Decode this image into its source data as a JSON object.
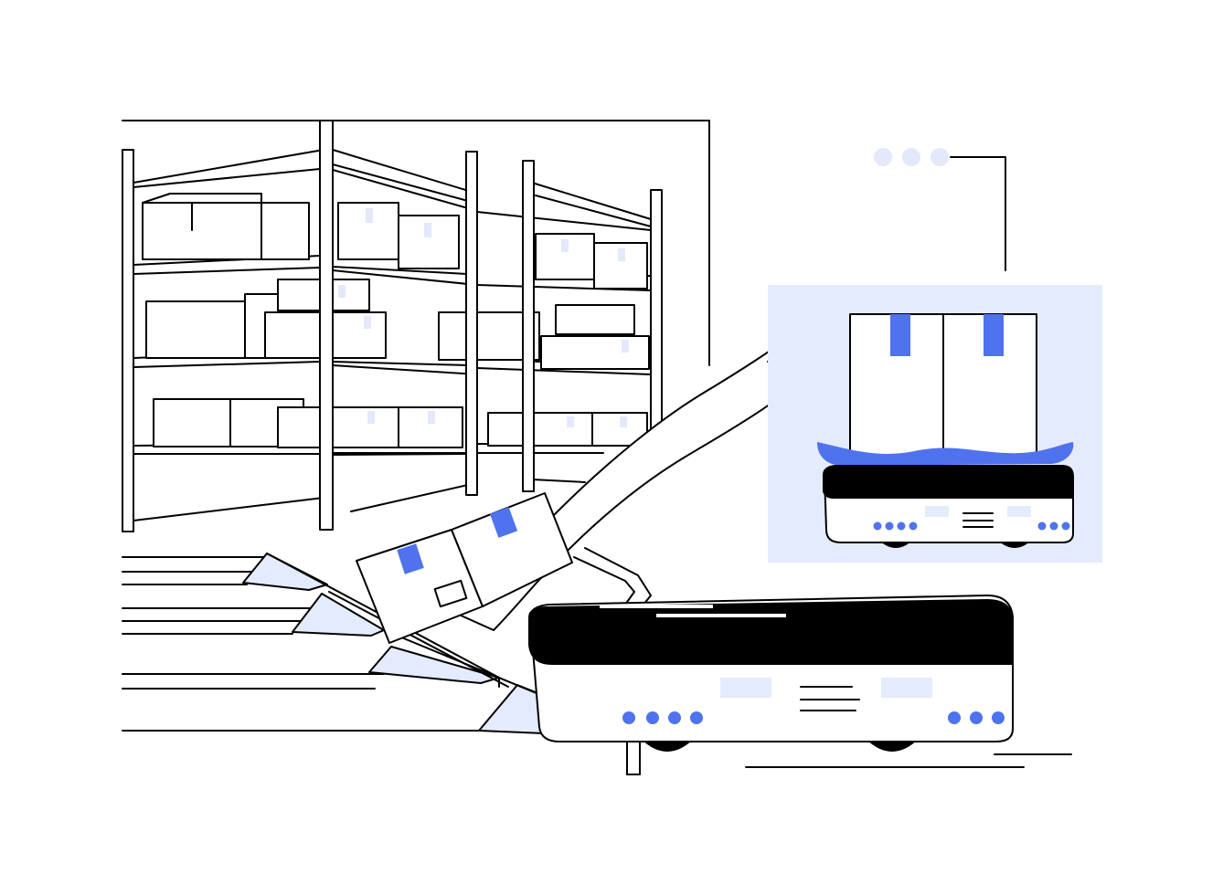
{
  "illustration": {
    "subject": "warehouse-robot-sorting",
    "colors": {
      "accent": "#4f73ee",
      "accent_light": "#e4ebfc",
      "dot_light": "#e3e9fb",
      "line": "#000000",
      "background": "#ffffff"
    },
    "icons": [
      "shelving-rack",
      "cardboard-box",
      "conveyor-chute",
      "robot-arm",
      "agv-robot",
      "status-dots"
    ]
  }
}
